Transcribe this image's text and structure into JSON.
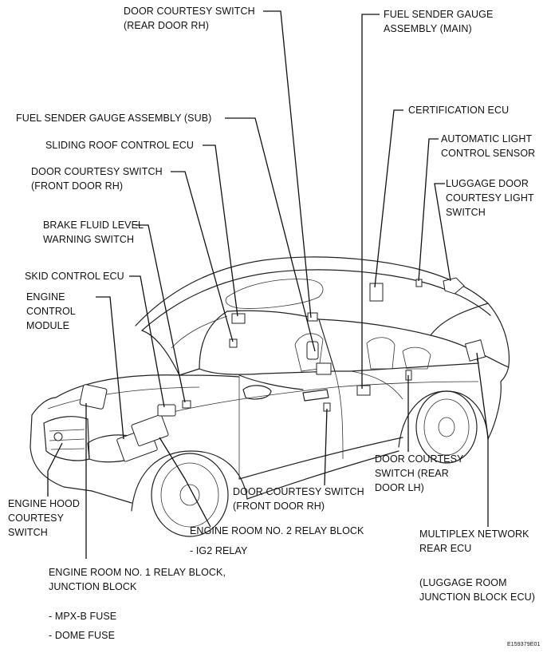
{
  "labels": {
    "door_courtesy_rear_rh": "DOOR COURTESY SWITCH\n(REAR DOOR RH)",
    "fuel_sender_main": "FUEL SENDER GAUGE\nASSEMBLY (MAIN)",
    "fuel_sender_sub": "FUEL SENDER GAUGE ASSEMBLY (SUB)",
    "certification_ecu": "CERTIFICATION ECU",
    "sliding_roof_ecu": "SLIDING ROOF CONTROL ECU",
    "auto_light_sensor": "AUTOMATIC LIGHT\nCONTROL SENSOR",
    "door_courtesy_front_rh_top": "DOOR COURTESY SWITCH\n(FRONT DOOR RH)",
    "luggage_door_courtesy": "LUGGAGE DOOR\nCOURTESY LIGHT\nSWITCH",
    "brake_fluid": "BRAKE FLUID LEVEL\nWARNING SWITCH",
    "skid_control_ecu": "SKID CONTROL ECU",
    "engine_control_module": "ENGINE\nCONTROL\nMODULE",
    "door_courtesy_rear_lh": "DOOR COURTESY\nSWITCH (REAR\nDOOR LH)",
    "door_courtesy_front_rh_bottom": "DOOR COURTESY SWITCH\n(FRONT DOOR RH)",
    "engine_hood": "ENGINE HOOD\nCOURTESY\nSWITCH",
    "engine_room_no2": "ENGINE ROOM NO. 2 RELAY BLOCK",
    "ig2_relay": "- IG2 RELAY",
    "multiplex_rear_ecu": "MULTIPLEX NETWORK\nREAR ECU",
    "engine_room_no1": "ENGINE ROOM NO. 1 RELAY BLOCK,\nJUNCTION BLOCK",
    "luggage_room_jb": "(LUGGAGE ROOM\nJUNCTION BLOCK ECU)",
    "mpx_b_fuse": "- MPX-B FUSE",
    "dome_fuse": "- DOME FUSE",
    "figure_code": "E159379E01"
  }
}
